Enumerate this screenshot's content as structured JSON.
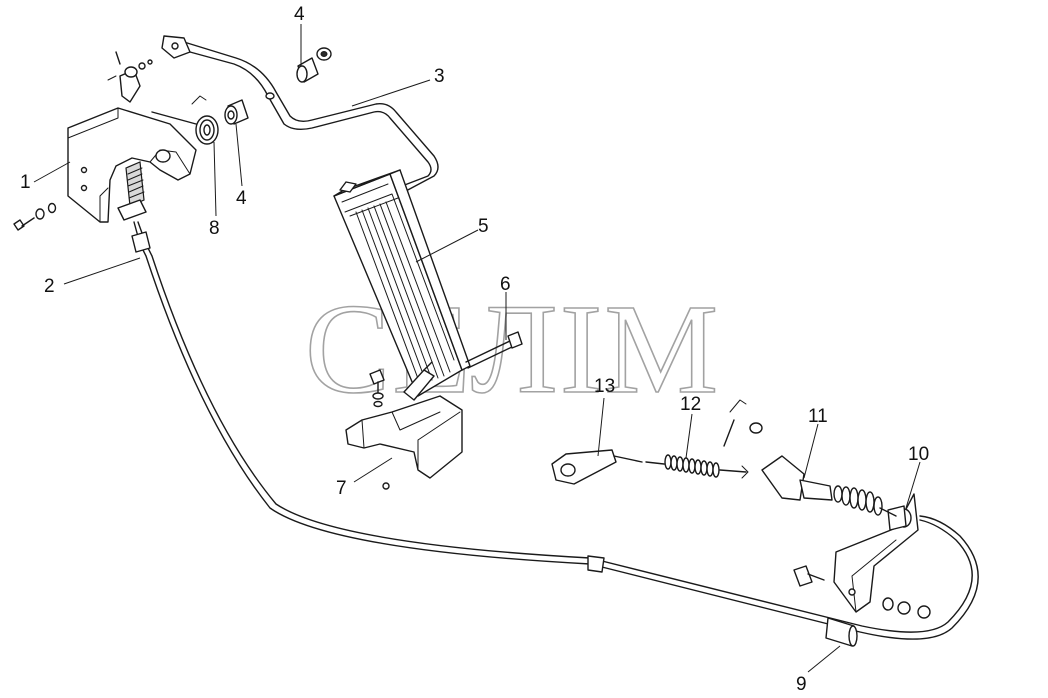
{
  "watermark": "СЕЛІМ",
  "labels": [
    {
      "id": "1",
      "text": "1"
    },
    {
      "id": "2",
      "text": "2"
    },
    {
      "id": "3",
      "text": "3"
    },
    {
      "id": "4a",
      "text": "4"
    },
    {
      "id": "4b",
      "text": "4"
    },
    {
      "id": "5",
      "text": "5"
    },
    {
      "id": "6",
      "text": "6"
    },
    {
      "id": "7",
      "text": "7"
    },
    {
      "id": "8",
      "text": "8"
    },
    {
      "id": "9",
      "text": "9"
    },
    {
      "id": "10",
      "text": "10"
    },
    {
      "id": "11",
      "text": "11"
    },
    {
      "id": "12",
      "text": "12"
    },
    {
      "id": "13",
      "text": "13"
    }
  ]
}
